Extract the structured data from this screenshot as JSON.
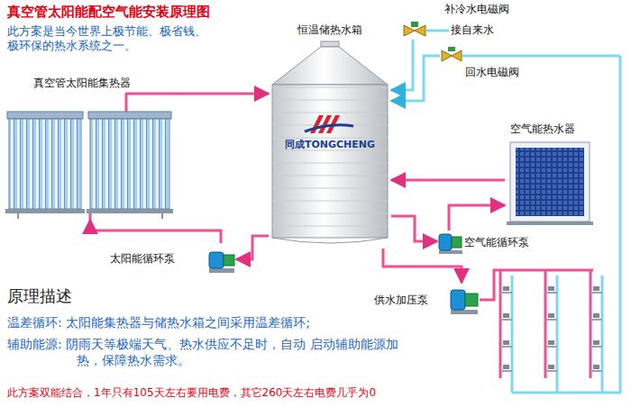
{
  "diagram": {
    "title": "真空管太阳能配空气能安装原理图",
    "caption": "此方案双能结合，1年只有105天左右要用电费，其它260天左右电费几乎为0",
    "nodes": [
      {
        "text": [
          "补冷水电磁阀"
        ]
      },
      {
        "text": [
          "恒温储热水箱",
          "同成TONGCHENG"
        ]
      },
      {
        "text": [
          "回水电磁阀"
        ]
      },
      {
        "text": [
          "真空管太阳能集热器"
        ]
      },
      {
        "text": [
          "空气能热水器"
        ]
      },
      {
        "text": [
          "太阳能循环泵"
        ]
      },
      {
        "text": [
          "空气能循环泵"
        ]
      },
      {
        "text": [
          "供水加压泵"
        ]
      }
    ],
    "edges": [
      {
        "from": 3,
        "to": 1,
        "arrow": "to"
      },
      {
        "from": 1,
        "to": 5,
        "arrow": "to"
      },
      {
        "from": 5,
        "to": 3,
        "arrow": "to"
      },
      {
        "from": 1,
        "to": 6,
        "arrow": "to"
      },
      {
        "from": 6,
        "to": 4,
        "arrow": "to"
      },
      {
        "from": 4,
        "to": 1,
        "arrow": "to"
      },
      {
        "from": 1,
        "to": 7,
        "arrow": "to"
      },
      {
        "from": 0,
        "to": 1,
        "arrow": "to"
      },
      {
        "from": 2,
        "to": 1,
        "arrow": "to"
      }
    ],
    "labels": [
      "此方案是当今世界上极节能、极省钱、极环保的热水系统之一。",
      "接自来水",
      "原理描述",
      "温差循环: 太阳能集热器与储热水箱之间采用温差循环;",
      "辅助能源: 阴雨天等极端天气、热水供应不足时，自动 启动辅助能源加热，保障热水需求。"
    ]
  }
}
